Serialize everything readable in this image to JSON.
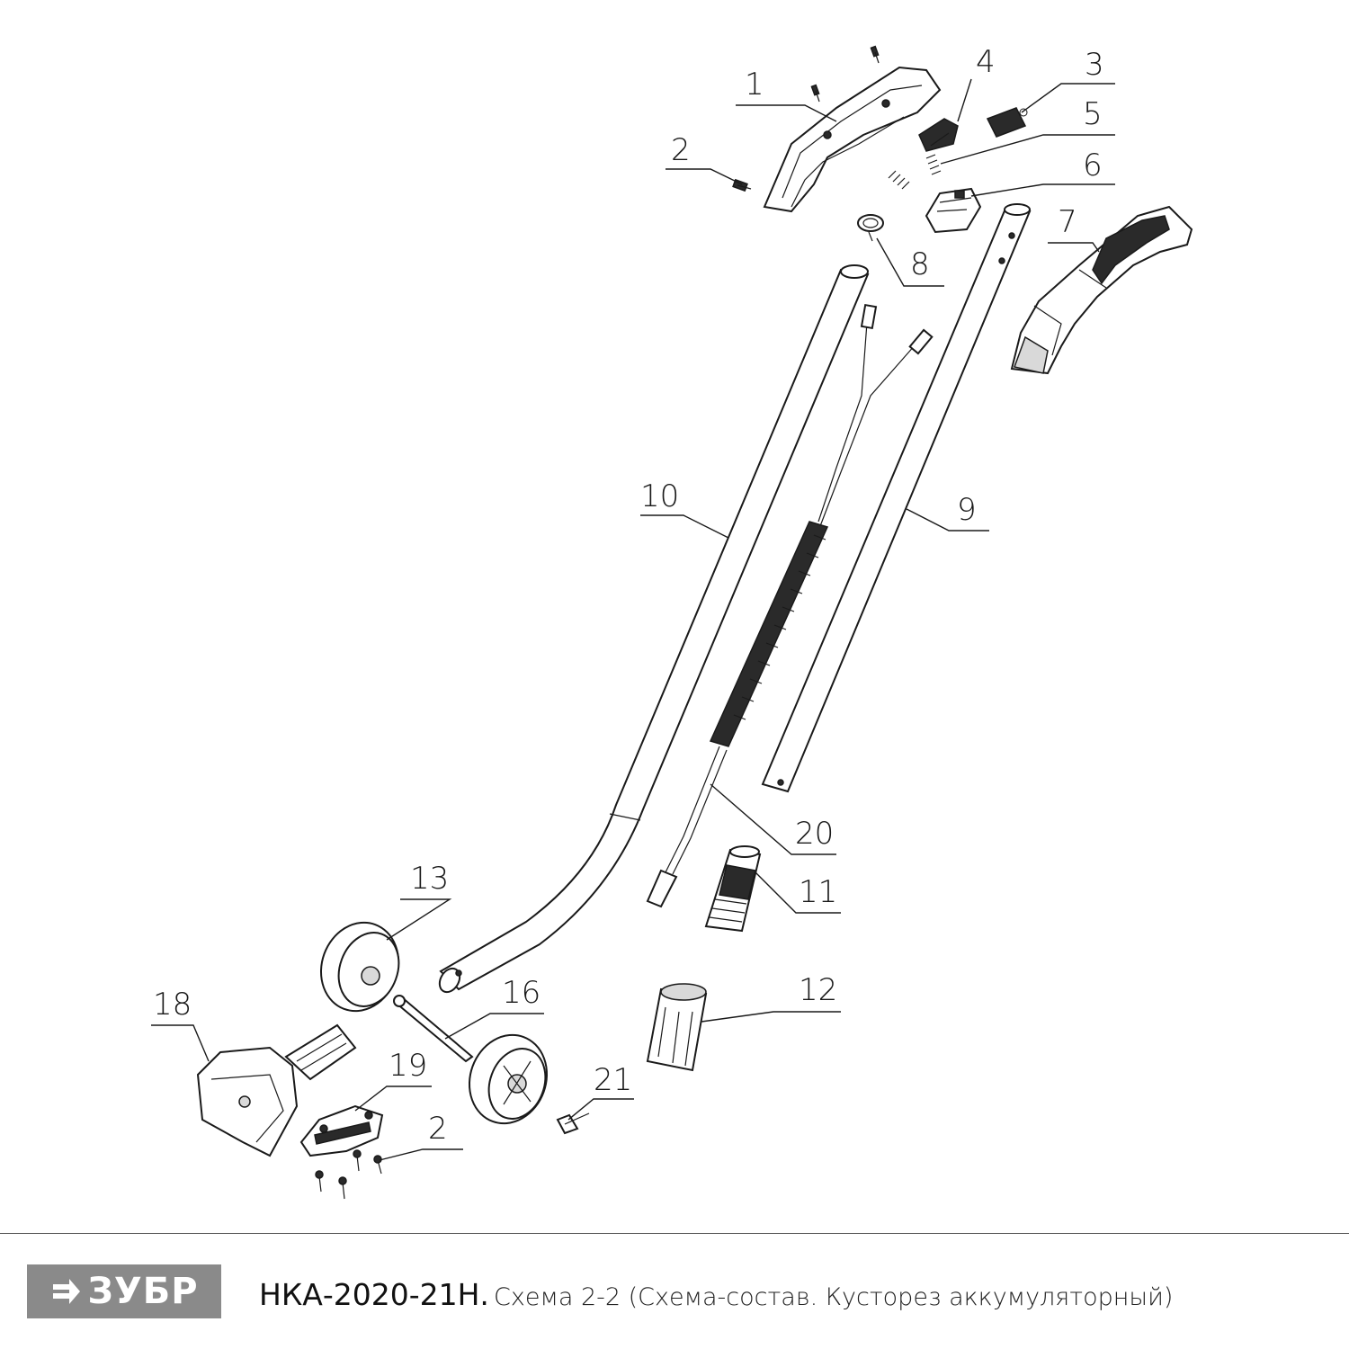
{
  "callouts": {
    "c1": "1",
    "c2a": "2",
    "c3": "3",
    "c4": "4",
    "c5": "5",
    "c6": "6",
    "c7": "7",
    "c8": "8",
    "c9": "9",
    "c10": "10",
    "c11": "11",
    "c12": "12",
    "c13": "13",
    "c16": "16",
    "c18": "18",
    "c19": "19",
    "c2b": "2",
    "c20": "20",
    "c21": "21"
  },
  "footer": {
    "brand": "ЗУБР",
    "model": "НКА-2020-21Н.",
    "description": "Схема 2-2 (Схема-состав. Кусторез аккумуляторный)"
  },
  "colors": {
    "logo_bg": "#8a8a8a",
    "ink": "#1a1a1a"
  },
  "icons": {
    "logo": "arrow-right-icon"
  }
}
